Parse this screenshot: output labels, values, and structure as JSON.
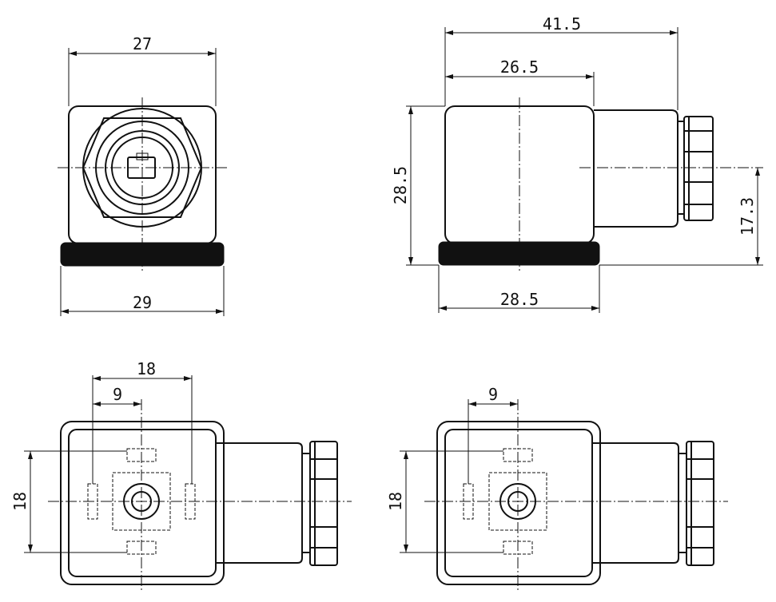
{
  "dimensions": {
    "front_top_width": "27",
    "front_base_width": "29",
    "side_overall_length": "41.5",
    "side_body_length": "26.5",
    "side_height": "28.5",
    "side_center_height": "17.3",
    "side_base_length": "28.5",
    "bottom_left_span": "18",
    "bottom_left_half": "9",
    "bottom_left_vertical": "18",
    "bottom_right_half": "9",
    "bottom_right_vertical": "18"
  }
}
